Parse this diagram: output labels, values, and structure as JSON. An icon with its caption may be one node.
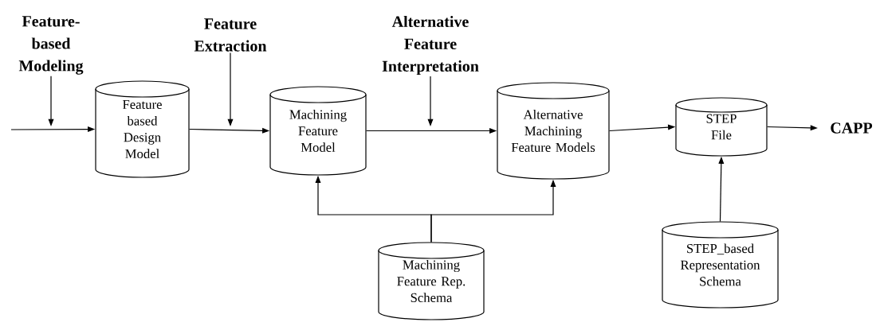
{
  "diagram": {
    "nodes": [
      {
        "text": [
          "Feature-based Modeling"
        ]
      },
      {
        "text": [
          "Feature Extraction"
        ]
      },
      {
        "text": [
          "Alternative Feature Interpretation"
        ]
      },
      {
        "text": [
          "Feature based Design Model"
        ]
      },
      {
        "text": [
          "Machining Feature Model"
        ]
      },
      {
        "text": [
          "Alternative Machining Feature Models"
        ]
      },
      {
        "text": [
          "STEP File"
        ]
      },
      {
        "text": [
          "CAPP"
        ]
      },
      {
        "text": [
          "Machining Feature Rep. Schema"
        ]
      },
      {
        "text": [
          "STEP_based Representation Schema"
        ]
      }
    ],
    "edges": [
      {
        "from": null,
        "to": 3,
        "arrow": "to"
      },
      {
        "from": 0,
        "to": null,
        "arrow": "to"
      },
      {
        "from": 3,
        "to": 4,
        "arrow": "to"
      },
      {
        "from": 1,
        "to": null,
        "arrow": "to"
      },
      {
        "from": 4,
        "to": 5,
        "arrow": "to"
      },
      {
        "from": 2,
        "to": null,
        "arrow": "to"
      },
      {
        "from": 5,
        "to": 6,
        "arrow": "to"
      },
      {
        "from": 6,
        "to": 7,
        "arrow": "to"
      },
      {
        "from": 8,
        "to": 4,
        "arrow": "to"
      },
      {
        "from": 8,
        "to": 5,
        "arrow": "to"
      },
      {
        "from": 9,
        "to": 6,
        "arrow": "to"
      }
    ]
  }
}
